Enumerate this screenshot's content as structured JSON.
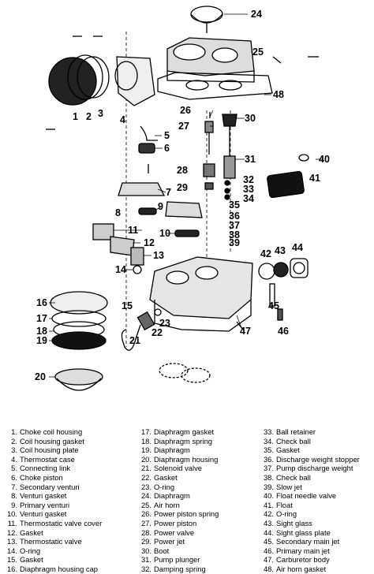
{
  "callouts": [
    "1",
    "2",
    "3",
    "4",
    "5",
    "6",
    "7",
    "8",
    "9",
    "10",
    "11",
    "12",
    "13",
    "14",
    "15",
    "16",
    "17",
    "18",
    "19",
    "20",
    "21",
    "22",
    "23",
    "24",
    "25",
    "26",
    "27",
    "28",
    "29",
    "30",
    "31",
    "32",
    "33",
    "34",
    "35",
    "36",
    "37",
    "38",
    "39",
    "40",
    "41",
    "42",
    "43",
    "44",
    "45",
    "46",
    "47",
    "48"
  ],
  "legend": [
    {
      "num": "1.",
      "label": "Choke coil housing"
    },
    {
      "num": "2.",
      "label": "Coil housing gasket"
    },
    {
      "num": "3.",
      "label": "Coil housing plate"
    },
    {
      "num": "4.",
      "label": "Thermostat case"
    },
    {
      "num": "5.",
      "label": "Connecting link"
    },
    {
      "num": "6.",
      "label": "Choke piston"
    },
    {
      "num": "7.",
      "label": "Secondary venturi"
    },
    {
      "num": "8.",
      "label": "Venturi gasket"
    },
    {
      "num": "9.",
      "label": "Primary venturi"
    },
    {
      "num": "10.",
      "label": "Venturi gasket"
    },
    {
      "num": "11.",
      "label": "Thermostatic valve cover"
    },
    {
      "num": "12.",
      "label": "Gasket"
    },
    {
      "num": "13.",
      "label": "Thermostatic valve"
    },
    {
      "num": "14.",
      "label": "O-ring"
    },
    {
      "num": "15.",
      "label": "Gasket"
    },
    {
      "num": "16.",
      "label": "Diaphragm housing cap"
    },
    {
      "num": "17.",
      "label": "Diaphragm gasket"
    },
    {
      "num": "18.",
      "label": "Diaphragm spring"
    },
    {
      "num": "19.",
      "label": "Diaphragm"
    },
    {
      "num": "20.",
      "label": "Diaphragm housing"
    },
    {
      "num": "21.",
      "label": "Solenoid valve"
    },
    {
      "num": "22.",
      "label": "Gasket"
    },
    {
      "num": "23.",
      "label": "O-ring"
    },
    {
      "num": "24.",
      "label": "Diaphragm"
    },
    {
      "num": "25.",
      "label": "Air horn"
    },
    {
      "num": "26.",
      "label": "Power piston spring"
    },
    {
      "num": "27.",
      "label": "Power piston"
    },
    {
      "num": "28.",
      "label": "Power valve"
    },
    {
      "num": "29.",
      "label": "Power jet"
    },
    {
      "num": "30.",
      "label": "Boot"
    },
    {
      "num": "31.",
      "label": "Pump plunger"
    },
    {
      "num": "32.",
      "label": "Damping spring"
    },
    {
      "num": "33.",
      "label": "Ball retainer"
    },
    {
      "num": "34.",
      "label": "Check ball"
    },
    {
      "num": "35.",
      "label": "Gasket"
    },
    {
      "num": "36.",
      "label": "Discharge weight stopper"
    },
    {
      "num": "37.",
      "label": "Pump discharge weight"
    },
    {
      "num": "38.",
      "label": "Check ball"
    },
    {
      "num": "39.",
      "label": "Slow jet"
    },
    {
      "num": "40.",
      "label": "Float needle valve"
    },
    {
      "num": "41.",
      "label": "Float"
    },
    {
      "num": "42.",
      "label": "O-ring"
    },
    {
      "num": "43.",
      "label": "Sight glass"
    },
    {
      "num": "44.",
      "label": "Sight glass plate"
    },
    {
      "num": "45.",
      "label": "Secondary main jet"
    },
    {
      "num": "46.",
      "label": "Primary main jet"
    },
    {
      "num": "47.",
      "label": "Carburetor body"
    },
    {
      "num": "48.",
      "label": "Air horn gasket"
    }
  ]
}
